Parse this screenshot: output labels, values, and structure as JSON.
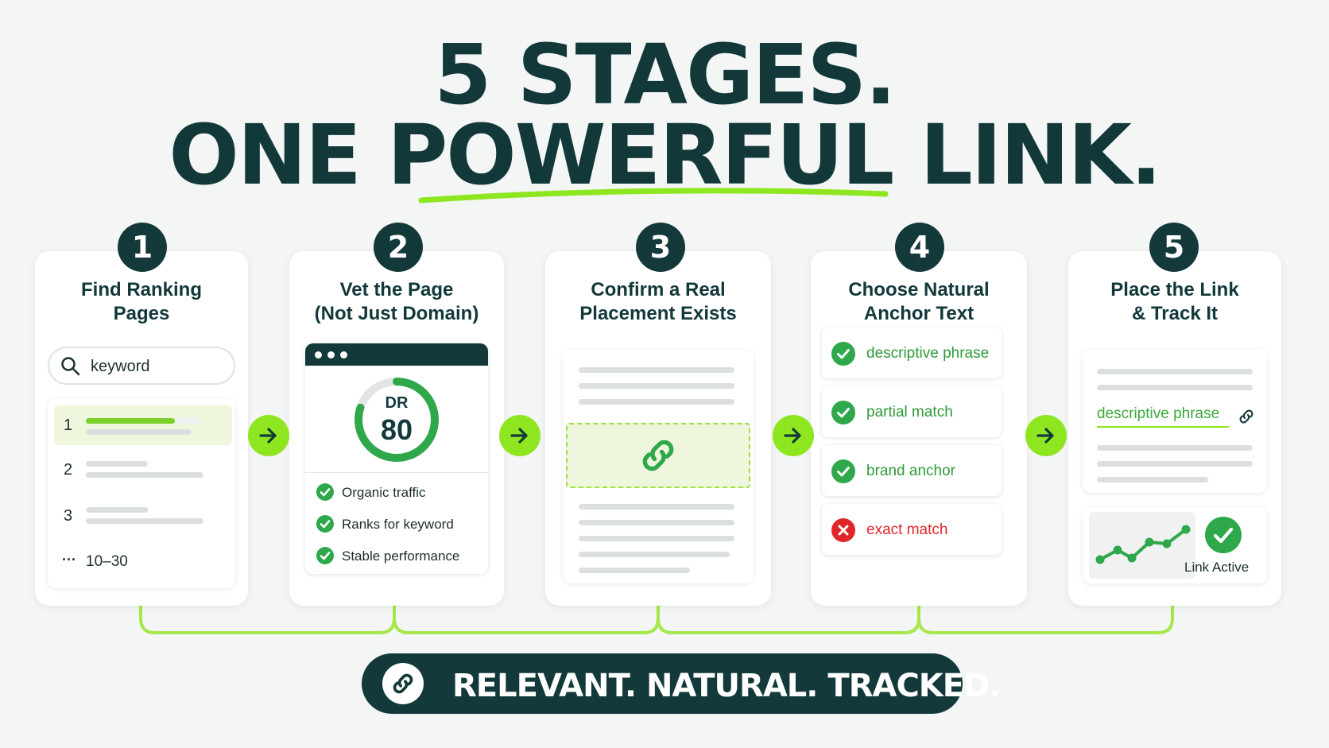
{
  "header": {
    "line1": "5 STAGES.",
    "line2": "ONE POWERFUL LINK."
  },
  "colors": {
    "dark": "#13393b",
    "accent": "#8ee620",
    "green": "#2ea84a",
    "red": "#e0262a"
  },
  "stages": [
    {
      "number": "1",
      "title": "Find Ranking\nPages",
      "search": {
        "icon": "search-icon",
        "value": "keyword"
      },
      "results": [
        {
          "rank": "1"
        },
        {
          "rank": "2"
        },
        {
          "rank": "3"
        }
      ],
      "more_label": "10–30"
    },
    {
      "number": "2",
      "title": "Vet the Page\n(Not Just Domain)",
      "metric_label": "DR",
      "metric_value": "80",
      "metric_fraction": 0.8,
      "checks": [
        "Organic traffic",
        "Ranks for keyword",
        "Stable performance"
      ]
    },
    {
      "number": "3",
      "title": "Confirm a Real\nPlacement Exists",
      "placement_icon": "link-icon"
    },
    {
      "number": "4",
      "title": "Choose Natural\nAnchor Text",
      "options": [
        {
          "label": "descriptive phrase",
          "status": "ok"
        },
        {
          "label": "partial match",
          "status": "ok"
        },
        {
          "label": "brand anchor",
          "status": "ok"
        },
        {
          "label": "exact match",
          "status": "bad"
        }
      ]
    },
    {
      "number": "5",
      "title": "Place the Link\n& Track It",
      "anchor_text": "descriptive phrase",
      "status_label": "Link Active"
    }
  ],
  "footer": {
    "icon": "link-icon",
    "text": "RELEVANT. NATURAL. TRACKED."
  }
}
